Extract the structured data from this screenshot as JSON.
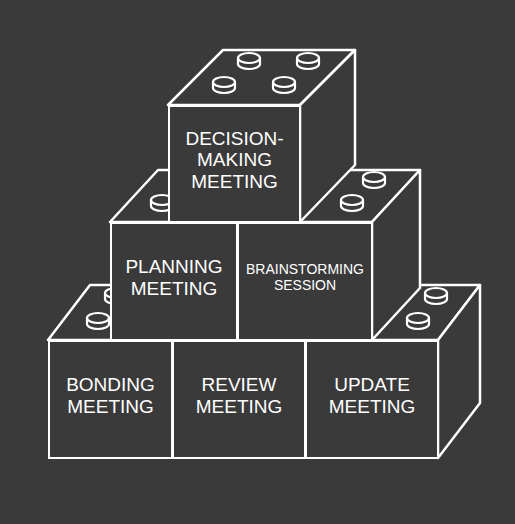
{
  "diagram": {
    "nodes": [
      {
        "text": [
          "DECISION- MAKING MEETING"
        ]
      },
      {
        "text": [
          "PLANNING MEETING"
        ]
      },
      {
        "text": [
          "BRAINSTORMING SESSION"
        ]
      },
      {
        "text": [
          "BONDING MEETING"
        ]
      },
      {
        "text": [
          "REVIEW MEETING"
        ]
      },
      {
        "text": [
          "UPDATE MEETING"
        ]
      }
    ]
  }
}
